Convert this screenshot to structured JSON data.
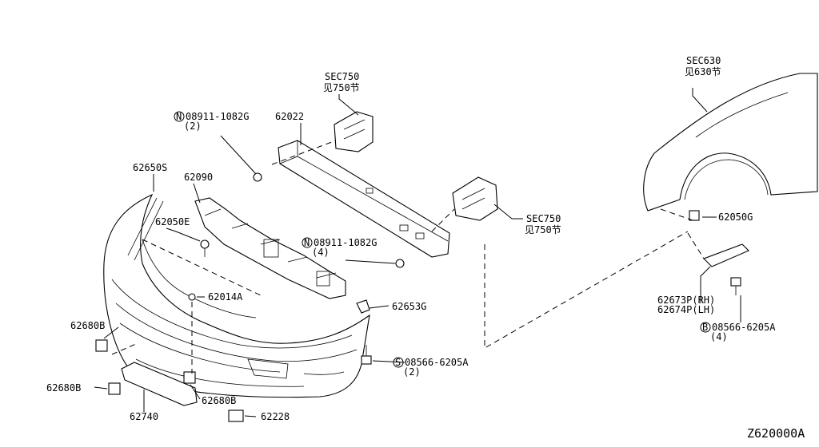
{
  "diagram_code": "Z620000A",
  "labels": {
    "sec750_top": "SEC750",
    "sec750_top_cn": "见750节",
    "sec630": "SEC630",
    "sec630_cn": "见630节",
    "nut_top_num": "08911-1082G",
    "nut_top_qty": "(2)",
    "p62022": "62022",
    "p62650S": "62650S",
    "p62090": "62090",
    "p62050E": "62050E",
    "sec750_mid": "SEC750",
    "sec750_mid_cn": "见750节",
    "p62050G": "62050G",
    "nut_mid_num": "08911-1082G",
    "nut_mid_qty": "(4)",
    "p62014A": "62014A",
    "p62653G": "62653G",
    "p62673P": "62673P(RH)",
    "p62674P": "62674P(LH)",
    "p62680B_a": "62680B",
    "bolt_r_num": "08566-6205A",
    "bolt_r_qty": "(4)",
    "bolt_c_num": "08566-6205A",
    "bolt_c_qty": "(2)",
    "p62680B_b": "62680B",
    "p62680B_c": "62680B",
    "p62740": "62740",
    "p62228": "62228"
  },
  "symbols": {
    "nut_top": "N",
    "nut_mid": "N",
    "bolt_r": "B",
    "bolt_c": "S"
  }
}
